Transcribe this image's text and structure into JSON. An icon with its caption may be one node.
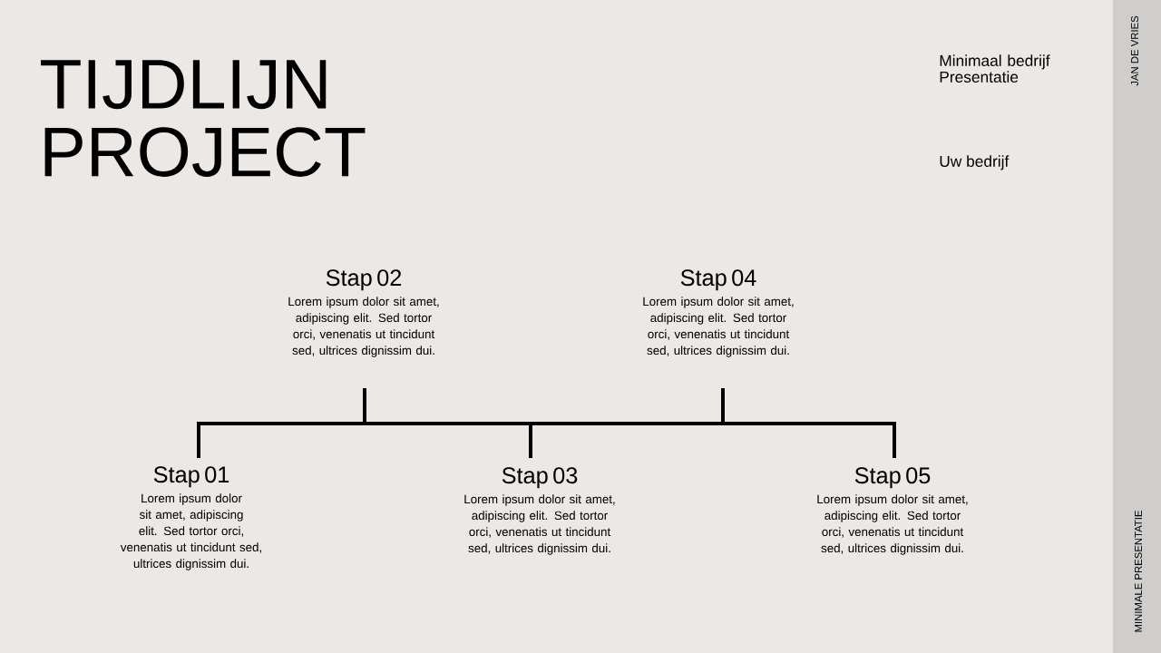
{
  "diagram": {
    "title": "TIJDLIJN PROJECT",
    "nodes": [
      {
        "text": [
          "Stap 01",
          "Lorem ipsum dolor sit amet, adipiscing elit. Sed tortor orci, venenatis ut tincidunt sed, ultrices dignissim dui."
        ]
      },
      {
        "text": [
          "Stap 02",
          "Lorem ipsum dolor sit amet, adipiscing elit. Sed tortor orci, venenatis ut tincidunt sed, ultrices dignissim dui."
        ]
      },
      {
        "text": [
          "Stap 03",
          "Lorem ipsum dolor sit amet, adipiscing elit. Sed tortor orci, venenatis ut tincidunt sed, ultrices dignissim dui."
        ]
      },
      {
        "text": [
          "Stap 04",
          "Lorem ipsum dolor sit amet, adipiscing elit. Sed tortor orci, venenatis ut tincidunt sed, ultrices dignissim dui."
        ]
      },
      {
        "text": [
          "Stap 05",
          "Lorem ipsum dolor sit amet, adipiscing elit. Sed tortor orci, venenatis ut tincidunt sed, ultrices dignissim dui."
        ]
      }
    ],
    "labels": [
      "Minimaal bedrijf Presentatie",
      "Uw bedrijf",
      "JAN DE VRIES",
      "MINIMALE PRESENTATIE"
    ]
  }
}
